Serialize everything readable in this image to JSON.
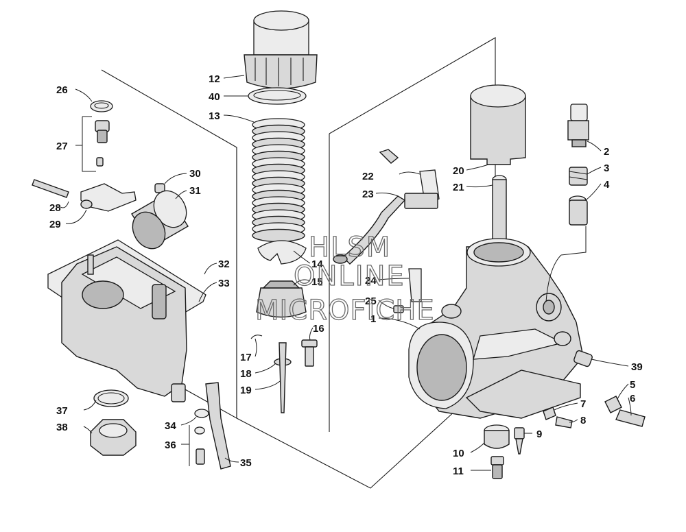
{
  "callouts": {
    "c1": "1",
    "c2": "2",
    "c3": "3",
    "c4": "4",
    "c5": "5",
    "c6": "6",
    "c7": "7",
    "c8": "8",
    "c9": "9",
    "c10": "10",
    "c11": "11",
    "c12": "12",
    "c13": "13",
    "c14": "14",
    "c15": "15",
    "c16": "16",
    "c17": "17",
    "c18": "18",
    "c19": "19",
    "c20": "20",
    "c21": "21",
    "c22": "22",
    "c23": "23",
    "c24": "24",
    "c25": "25",
    "c26": "26",
    "c27": "27",
    "c28": "28",
    "c29": "29",
    "c30": "30",
    "c31": "31",
    "c32": "32",
    "c33": "33",
    "c34": "34",
    "c35": "35",
    "c36": "36",
    "c37": "37",
    "c38": "38",
    "c39": "39",
    "c40": "40"
  },
  "watermark": {
    "line1": "HLSM",
    "line2": "ONLINE",
    "line3": "MICROFICHE"
  }
}
